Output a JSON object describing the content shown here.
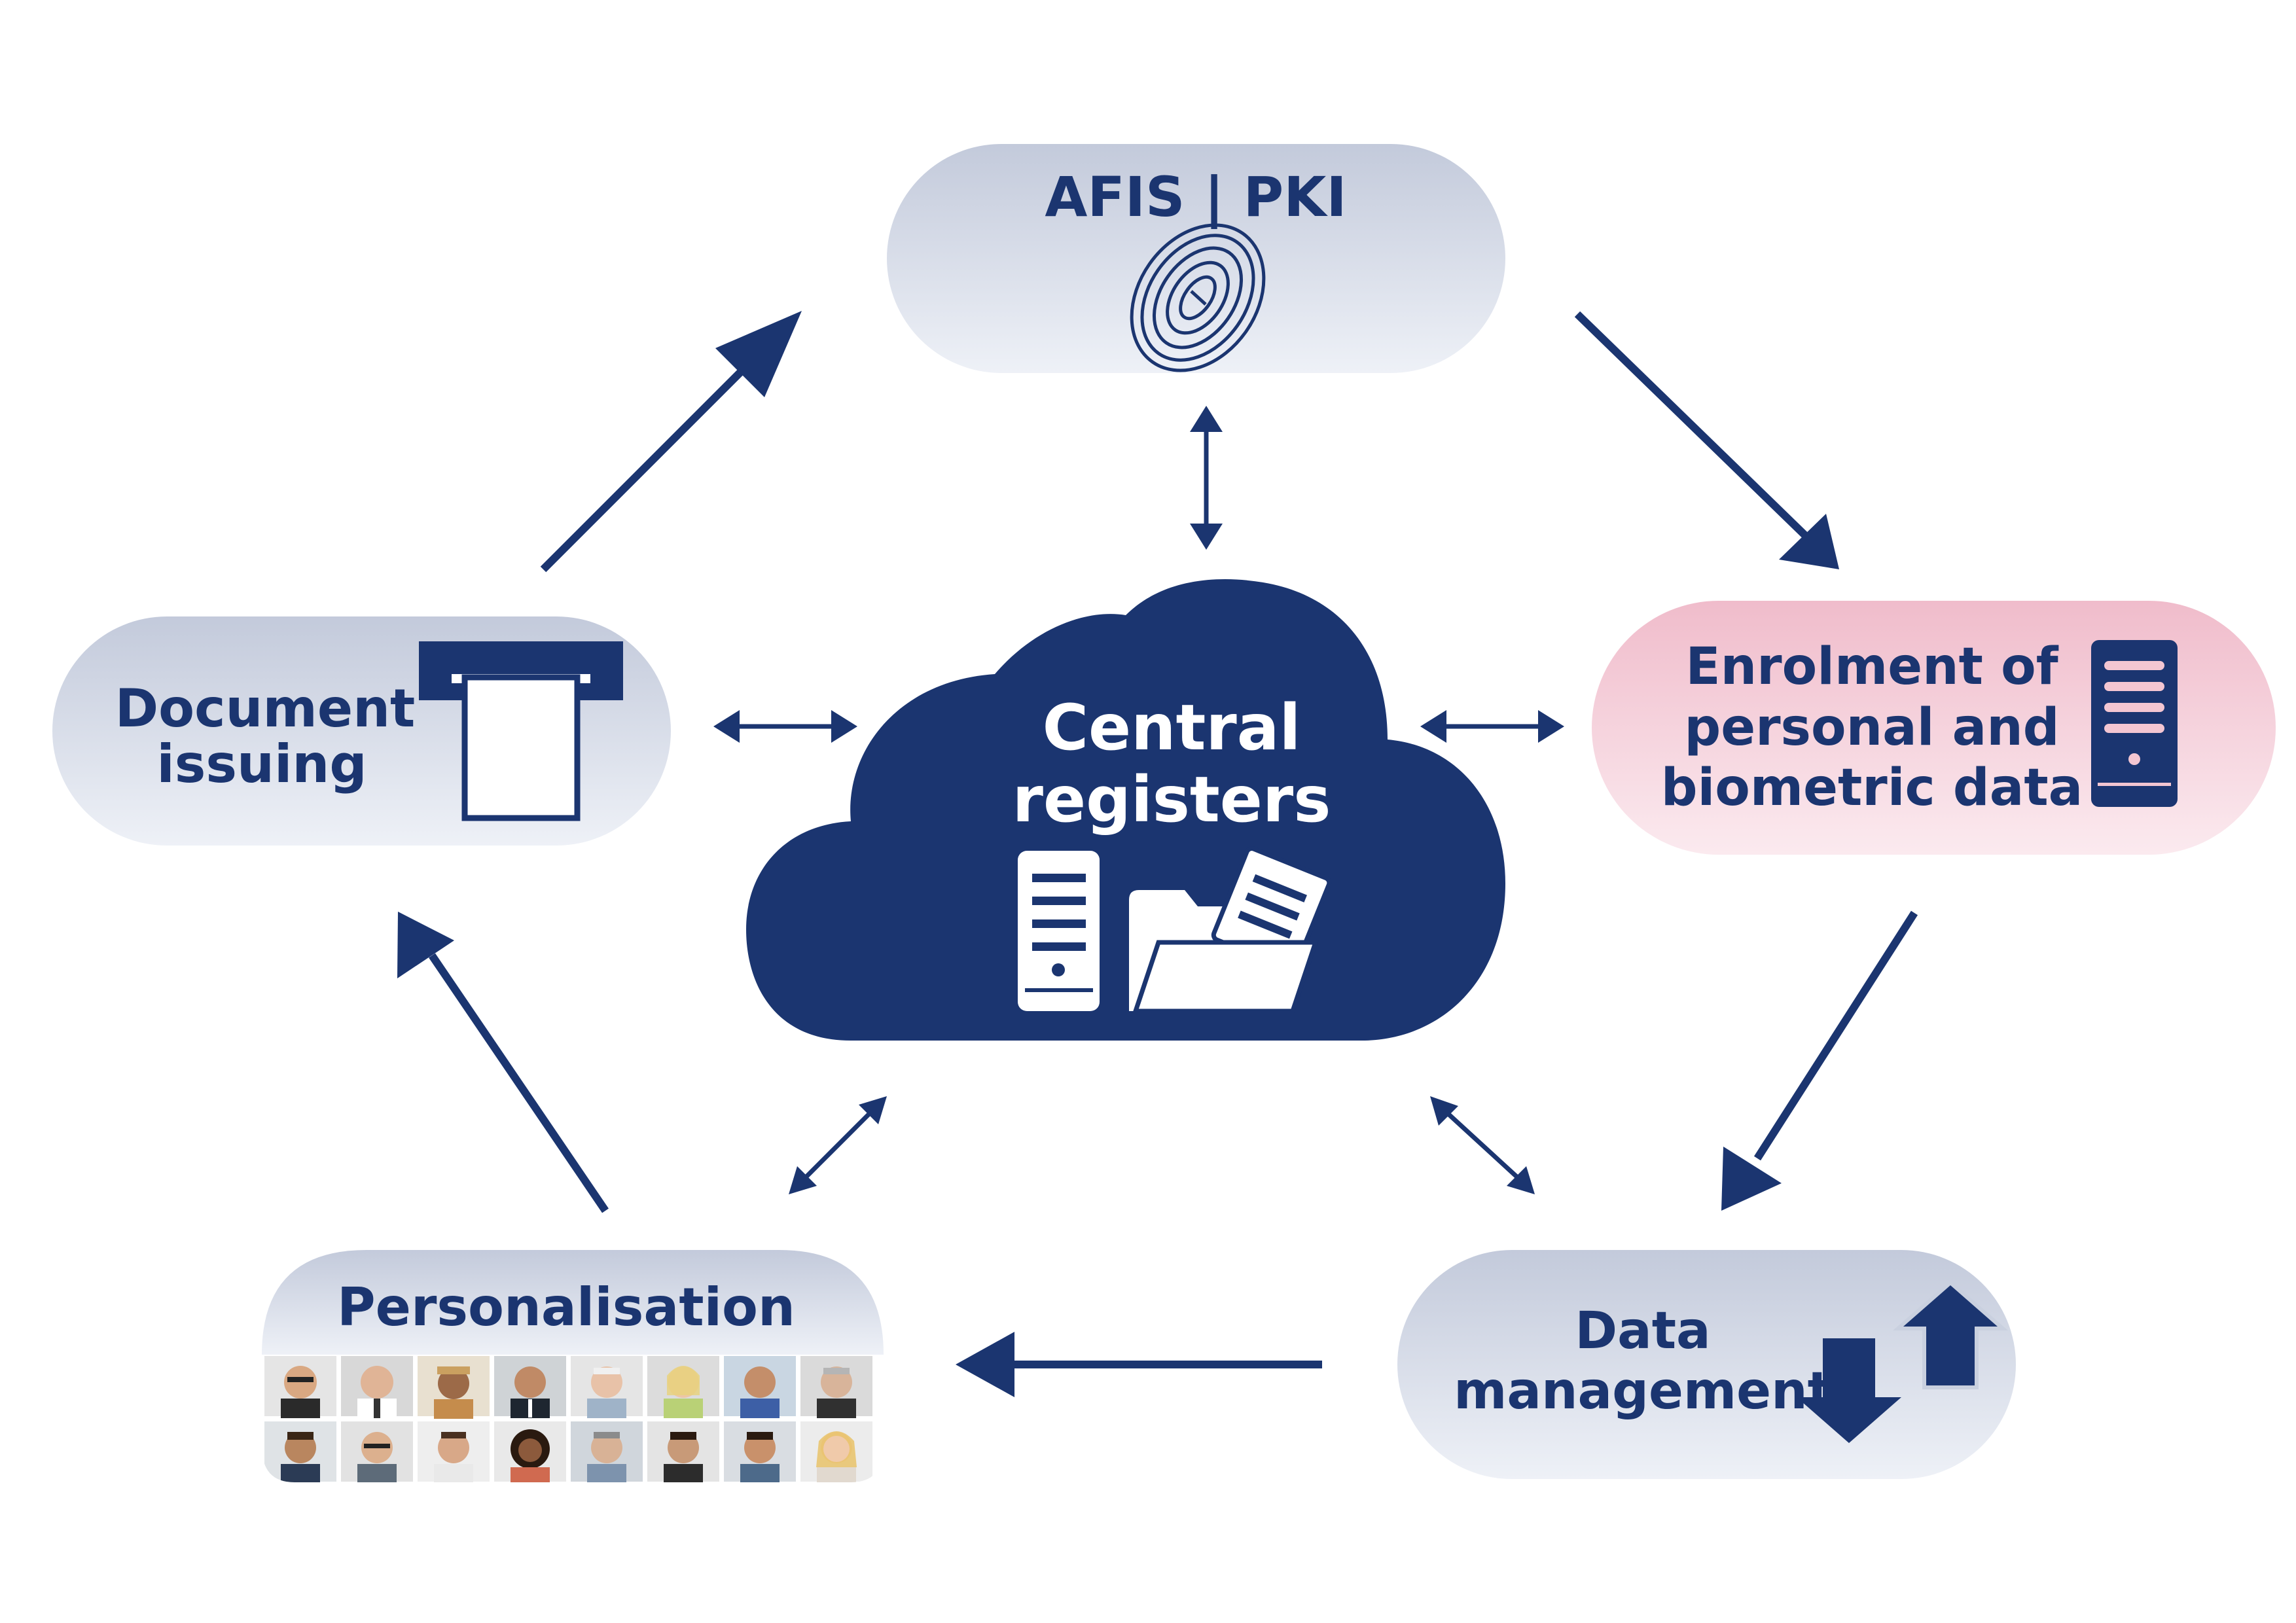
{
  "colors": {
    "navy": "#1b3570",
    "pill_gray_top": "#c6cddc",
    "pill_gray_bottom": "#eef1f7",
    "pill_pink_top": "#f2bfcc",
    "pill_pink_bottom": "#fbe9ee",
    "white": "#ffffff"
  },
  "cloud": {
    "line1": "Central",
    "line2": "registers",
    "icons": [
      "server-icon",
      "folder-document-icon"
    ]
  },
  "nodes": {
    "afis": {
      "label": "AFIS | PKI",
      "icon": "fingerprint-icon"
    },
    "enrolment": {
      "line1": "Enrolment of",
      "line2": "personal and",
      "line3": "biometric data",
      "icon": "server-icon"
    },
    "data_management": {
      "line1": "Data",
      "line2": "management",
      "icon": "up-down-arrows-icon"
    },
    "personalisation": {
      "label": "Personalisation",
      "icon": "face-portraits-grid"
    },
    "document_issuing": {
      "line1": "Document",
      "line2": "issuing",
      "icon": "document-slot-icon"
    }
  }
}
